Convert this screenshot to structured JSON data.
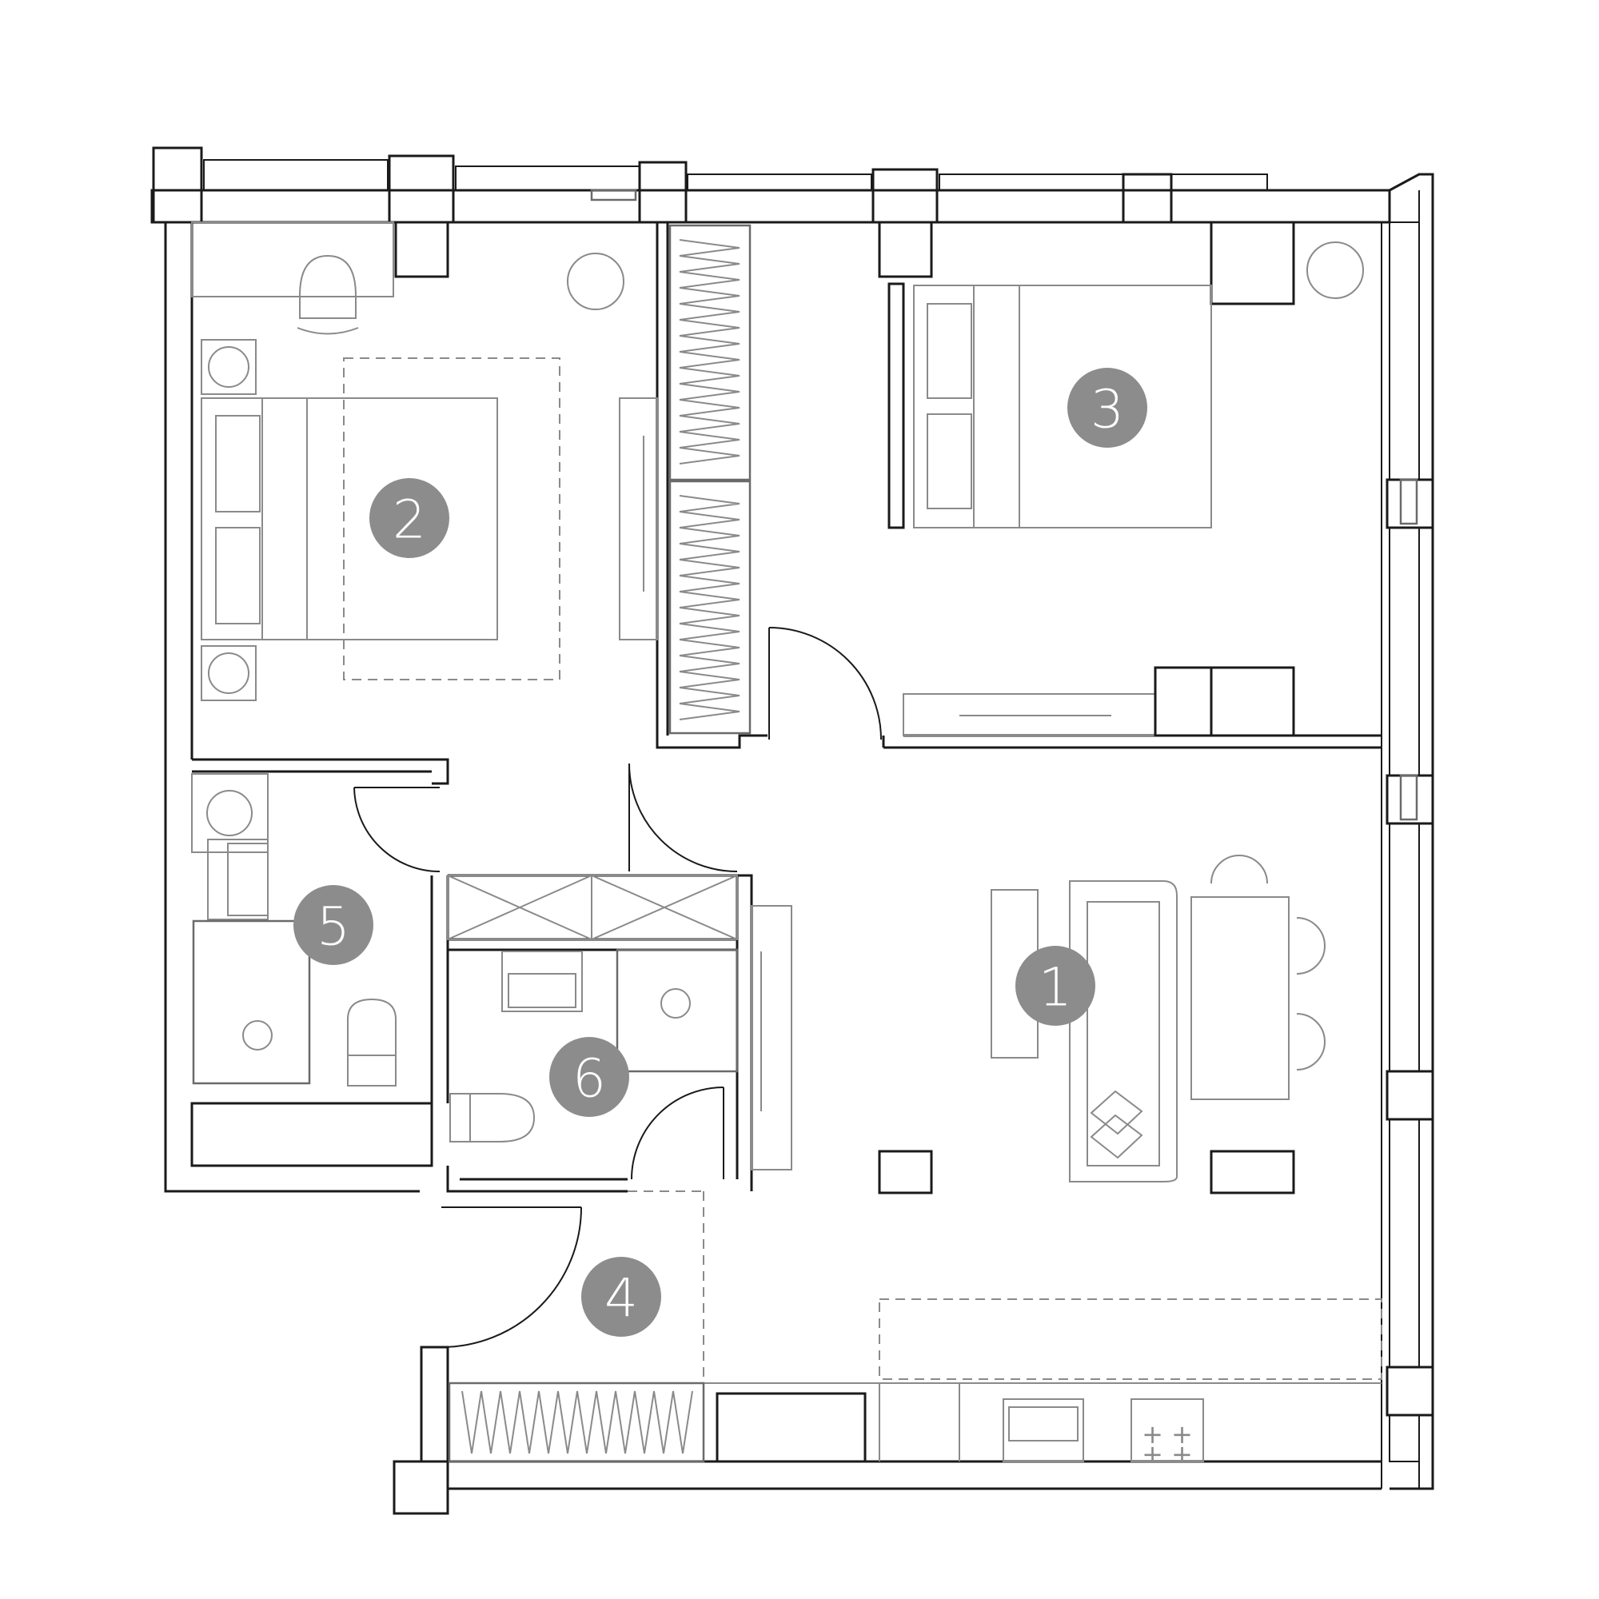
{
  "colors": {
    "wall": "#1a1a1a",
    "furniture": "#8a8a8a",
    "marker": "#8c8c8c",
    "marker_text": "#ffffff",
    "background": "#ffffff"
  },
  "rooms": [
    {
      "id": "room-1",
      "label": "1"
    },
    {
      "id": "room-2",
      "label": "2"
    },
    {
      "id": "room-3",
      "label": "3"
    },
    {
      "id": "room-4",
      "label": "4"
    },
    {
      "id": "room-5",
      "label": "5"
    },
    {
      "id": "room-6",
      "label": "6"
    }
  ],
  "icons": {
    "plant": "plant-icon",
    "bed": "bed-icon",
    "wardrobe": "wardrobe-icon",
    "toilet": "toilet-icon",
    "sink": "sink-icon",
    "stove": "stove-icon",
    "sofa": "sofa-icon",
    "chair": "chair-icon",
    "washing_machine": "washing-machine-icon"
  }
}
